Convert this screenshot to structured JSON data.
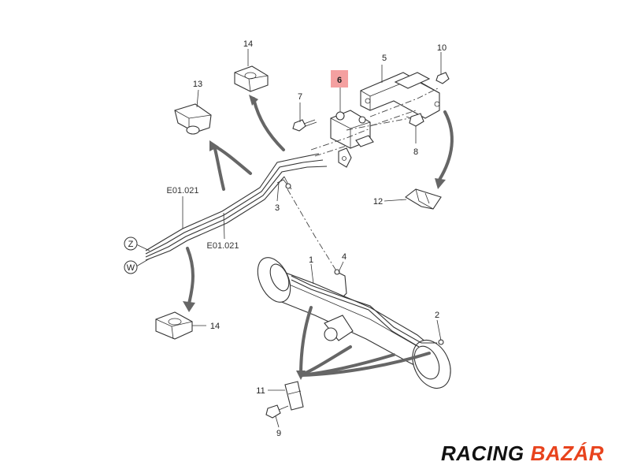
{
  "diagram": {
    "callouts": {
      "c1": "1",
      "c2": "2",
      "c3": "3",
      "c4": "4",
      "c5": "5",
      "c6": "6",
      "c7": "7",
      "c8": "8",
      "c9": "9",
      "c10": "10",
      "c11": "11",
      "c12": "12",
      "c13": "13",
      "c14a": "14",
      "c14b": "14"
    },
    "highlighted_callout": "6",
    "references": {
      "ref_upper": "E01.021",
      "ref_lower": "E01.021"
    },
    "connectors": {
      "z": "Z",
      "w": "W"
    }
  },
  "logo": {
    "word1": "RACING",
    "word2": "BAZÁR"
  },
  "colors": {
    "highlight": "#f4a0a0",
    "logo_accent": "#e8431d",
    "arrow": "#666666"
  }
}
